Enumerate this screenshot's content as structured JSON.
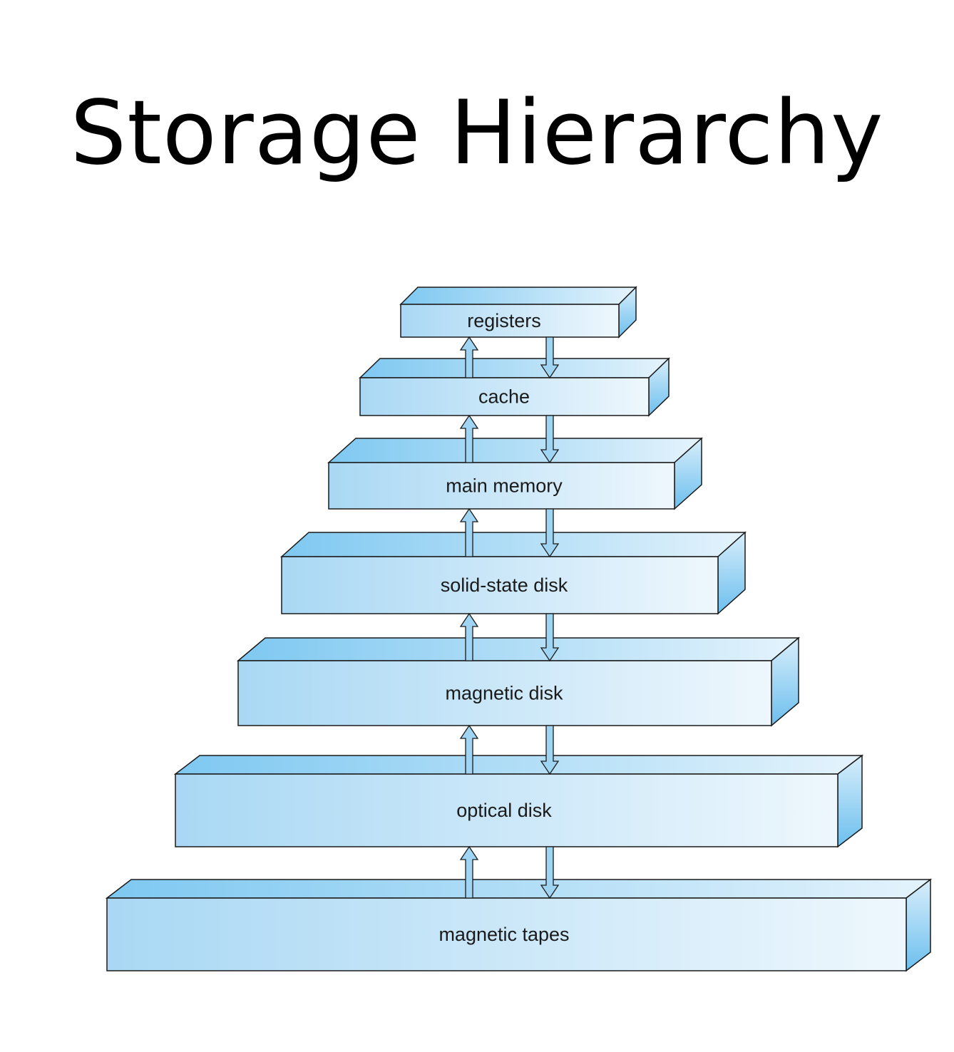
{
  "title": "Storage Hierarchy",
  "levels": [
    "registers",
    "cache",
    "main memory",
    "solid-state disk",
    "magnetic disk",
    "optical disk",
    "magnetic tapes"
  ],
  "colors": {
    "front_left": "#a9d8f4",
    "front_right": "#eef7fd",
    "top_left": "#7ec8f1",
    "top_right": "#e4f3fc",
    "side": "#8ccdf2",
    "outline": "#1a1a1a",
    "arrow": "#9fd5f3"
  }
}
